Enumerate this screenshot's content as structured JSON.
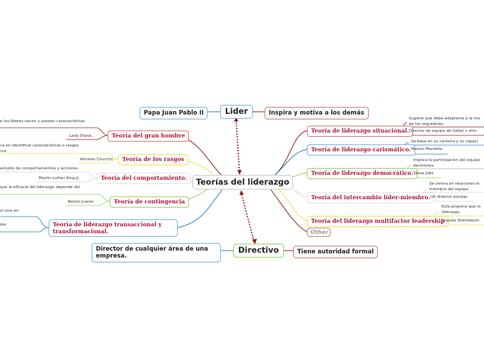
{
  "center": "Teorías del liderazgo",
  "lider": {
    "label": "Lider",
    "left": "Papa Juan Pablo II",
    "right": "Inspira y motiva a los demás"
  },
  "directivo": {
    "label": "Directivo",
    "left": "Director de cualquier área de una empresa.",
    "right": "Tiene autoridad formal"
  },
  "left_theories": [
    {
      "title": "Teoría del gran hombre",
      "desc": "e los líderes nacen y poseen características",
      "example": "Lady Diana."
    },
    {
      "title": "Teoría de los rasgos",
      "desc": "ca en identificar características o rasgos",
      "desc2": "cos",
      "example": "Winston Churchil"
    },
    {
      "title": "Teoría del comportamiento.",
      "desc": "estudio de comportamientos y acciones .",
      "example": "Martin Luther King Jr."
    },
    {
      "title": "Teoría de contingencia",
      "desc": "que la eficacia del liderazgo depende del",
      "example": "Benito Juárez"
    },
    {
      "title": "Teoría de liderazgo transaccional y",
      "title2": "transformacional.",
      "desc": "el otro en",
      "example": "dor"
    }
  ],
  "right_theories": [
    {
      "title": "Teoría de liderazgo situacional.",
      "desc": "Sugiere que debe adaptarse a la ma",
      "desc2": "de los seguidores.",
      "example": "Director de equipo de futbol u otro"
    },
    {
      "title": "Teoría de liderazgo carismático.",
      "desc": "Se basa en su carisma y su capaci",
      "example": "Nelson Mandela."
    },
    {
      "title": "Teoría de liderazgo democrático.",
      "desc": "Implica la participación del equipo",
      "desc2": "decisiones.",
      "example": "Steve Jobs"
    },
    {
      "title": "Teoría del intercambio líder-miembro.",
      "desc": "Se centra en relaciones in",
      "desc2": "miembro del equipo.",
      "example": "Un director escolar."
    },
    {
      "title": "Teoría del liderazgo multifactor leadership",
      "desc": "Esta propone que lo",
      "desc2": "liderazgo.",
      "example": "Claudia Sheinbaum."
    }
  ],
  "other": "Other"
}
